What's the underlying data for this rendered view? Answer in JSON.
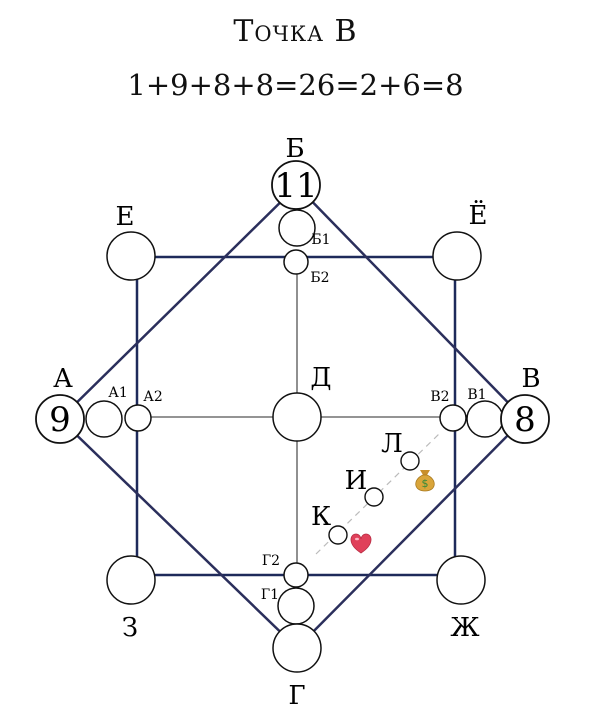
{
  "title": "Точка В",
  "formula": "1+9+8+8=26=2+6=8",
  "nodes": {
    "A": {
      "label": "А",
      "value": "9"
    },
    "B": {
      "label": "Б",
      "value": "11"
    },
    "V": {
      "label": "В",
      "value": "8"
    },
    "G": {
      "label": "Г"
    },
    "D": {
      "label": "Д"
    },
    "E": {
      "label": "Е"
    },
    "YO": {
      "label": "Ё"
    },
    "ZH": {
      "label": "Ж"
    },
    "Z": {
      "label": "З"
    },
    "A1": {
      "label": "А1"
    },
    "A2": {
      "label": "А2"
    },
    "B1": {
      "label": "Б1"
    },
    "B2": {
      "label": "Б2"
    },
    "V1": {
      "label": "В1"
    },
    "V2": {
      "label": "В2"
    },
    "G1": {
      "label": "Г1"
    },
    "G2": {
      "label": "Г2"
    },
    "K": {
      "label": "К"
    },
    "I": {
      "label": "И"
    },
    "L": {
      "label": "Л"
    }
  },
  "icons": {
    "money": "money-bag-icon",
    "love": "heart-icon"
  },
  "colors": {
    "diamond": "#2b2f5c",
    "square": "#1e2a5a",
    "cross": "#555555",
    "heart": "#e0405a",
    "bag": "#d9a53a"
  }
}
